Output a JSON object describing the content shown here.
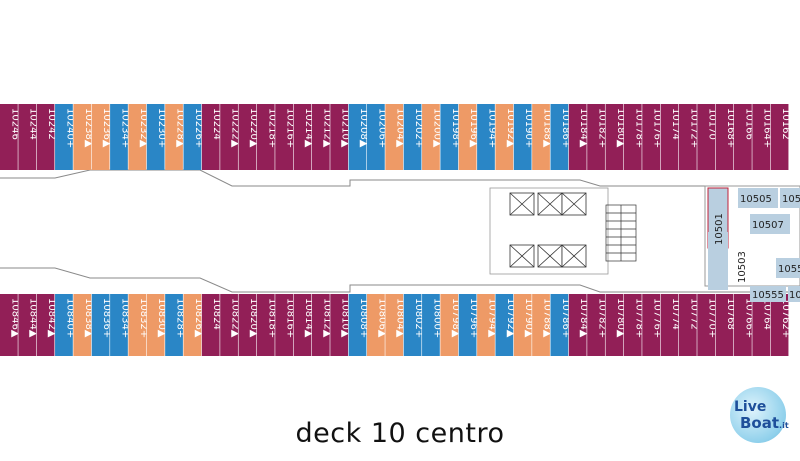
{
  "caption": "deck 10 centro",
  "logo": {
    "line1": "Live",
    "line2": "Boat",
    "suffix": ".it"
  },
  "colors": {
    "inside": "#921f57",
    "balcony": "#2a86c6",
    "oceanview": "#ee9a66",
    "corridor": "#ffffff",
    "outline": "#8a8a8a"
  },
  "top_row": [
    {
      "n": "10246",
      "t": "inside"
    },
    {
      "n": "10244",
      "t": "inside"
    },
    {
      "n": "10242",
      "t": "inside"
    },
    {
      "n": "10240+",
      "t": "balcony"
    },
    {
      "n": "10238▲",
      "t": "oceanview"
    },
    {
      "n": "10236▲",
      "t": "oceanview"
    },
    {
      "n": "10234+",
      "t": "balcony"
    },
    {
      "n": "10232▲",
      "t": "oceanview"
    },
    {
      "n": "10230+",
      "t": "balcony"
    },
    {
      "n": "10228▲",
      "t": "oceanview"
    },
    {
      "n": "10226+",
      "t": "balcony"
    },
    {
      "n": "10224",
      "t": "inside"
    },
    {
      "n": "10222▲",
      "t": "inside"
    },
    {
      "n": "10220▲",
      "t": "inside"
    },
    {
      "n": "10218+",
      "t": "inside"
    },
    {
      "n": "10216+",
      "t": "inside"
    },
    {
      "n": "10214▲",
      "t": "inside"
    },
    {
      "n": "10212▲",
      "t": "inside"
    },
    {
      "n": "10210▲",
      "t": "inside"
    },
    {
      "n": "10208▲",
      "t": "balcony"
    },
    {
      "n": "10206+",
      "t": "balcony"
    },
    {
      "n": "10204▲",
      "t": "oceanview"
    },
    {
      "n": "10202+",
      "t": "balcony"
    },
    {
      "n": "10200▲",
      "t": "oceanview"
    },
    {
      "n": "10198+",
      "t": "balcony"
    },
    {
      "n": "10196▲",
      "t": "oceanview"
    },
    {
      "n": "10194+",
      "t": "balcony"
    },
    {
      "n": "10192▲",
      "t": "oceanview"
    },
    {
      "n": "10190+",
      "t": "balcony"
    },
    {
      "n": "10188▲",
      "t": "oceanview"
    },
    {
      "n": "10186+",
      "t": "balcony"
    },
    {
      "n": "10184▲",
      "t": "inside"
    },
    {
      "n": "10182+",
      "t": "inside"
    },
    {
      "n": "10180▲",
      "t": "inside"
    },
    {
      "n": "10178+",
      "t": "inside"
    },
    {
      "n": "10176+",
      "t": "inside"
    },
    {
      "n": "10174",
      "t": "inside"
    },
    {
      "n": "10172+",
      "t": "inside"
    },
    {
      "n": "10170",
      "t": "inside"
    },
    {
      "n": "10168+",
      "t": "inside"
    },
    {
      "n": "10166",
      "t": "inside"
    },
    {
      "n": "10164+",
      "t": "inside"
    },
    {
      "n": "10162",
      "t": "inside"
    }
  ],
  "bottom_row": [
    {
      "n": "10846▲",
      "t": "inside"
    },
    {
      "n": "10844▲",
      "t": "inside"
    },
    {
      "n": "10842▲",
      "t": "inside"
    },
    {
      "n": "10840+",
      "t": "balcony"
    },
    {
      "n": "10838▲",
      "t": "oceanview"
    },
    {
      "n": "10836+",
      "t": "balcony"
    },
    {
      "n": "10834+",
      "t": "balcony"
    },
    {
      "n": "10832+",
      "t": "oceanview"
    },
    {
      "n": "10830▲",
      "t": "oceanview"
    },
    {
      "n": "10828+",
      "t": "balcony"
    },
    {
      "n": "10826▲",
      "t": "oceanview"
    },
    {
      "n": "10824",
      "t": "inside"
    },
    {
      "n": "10822▲",
      "t": "inside"
    },
    {
      "n": "10820▲",
      "t": "inside"
    },
    {
      "n": "10818+",
      "t": "inside"
    },
    {
      "n": "10816+",
      "t": "inside"
    },
    {
      "n": "10814▲",
      "t": "inside"
    },
    {
      "n": "10812▲",
      "t": "inside"
    },
    {
      "n": "10810▲",
      "t": "inside"
    },
    {
      "n": "10808+",
      "t": "balcony"
    },
    {
      "n": "10806▲",
      "t": "oceanview"
    },
    {
      "n": "10804▲",
      "t": "oceanview"
    },
    {
      "n": "10802+",
      "t": "balcony"
    },
    {
      "n": "10800+",
      "t": "balcony"
    },
    {
      "n": "10798▲",
      "t": "oceanview"
    },
    {
      "n": "10796+",
      "t": "balcony"
    },
    {
      "n": "10794▲",
      "t": "oceanview"
    },
    {
      "n": "10792▲",
      "t": "balcony"
    },
    {
      "n": "10790▲",
      "t": "oceanview"
    },
    {
      "n": "10788▲",
      "t": "oceanview"
    },
    {
      "n": "10786+",
      "t": "balcony"
    },
    {
      "n": "10784▲",
      "t": "inside"
    },
    {
      "n": "10782+",
      "t": "inside"
    },
    {
      "n": "10780▲",
      "t": "inside"
    },
    {
      "n": "10778+",
      "t": "inside"
    },
    {
      "n": "10776+",
      "t": "inside"
    },
    {
      "n": "10774",
      "t": "inside"
    },
    {
      "n": "10772",
      "t": "inside"
    },
    {
      "n": "10770+",
      "t": "inside"
    },
    {
      "n": "10768",
      "t": "inside"
    },
    {
      "n": "10766+",
      "t": "inside"
    },
    {
      "n": "10764",
      "t": "inside"
    },
    {
      "n": "10762+",
      "t": "inside"
    }
  ],
  "suites": [
    "10505",
    "10501",
    "10507",
    "10503",
    "10555"
  ],
  "suites_partial": [
    "1050",
    "1055",
    "10"
  ]
}
